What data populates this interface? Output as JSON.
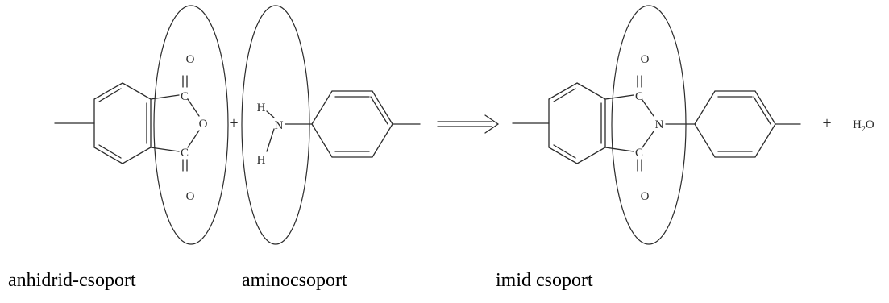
{
  "molecules": {
    "anhydride": {
      "carbonyl_c_top": "C",
      "carbonyl_o_top": "O",
      "ring_o": "O",
      "carbonyl_c_bottom": "C",
      "carbonyl_o_bottom": "O"
    },
    "amine": {
      "h_top": "H",
      "n": "N",
      "h_bottom": "H"
    },
    "imide": {
      "carbonyl_c_top": "C",
      "carbonyl_o_top": "O",
      "n": "N",
      "carbonyl_c_bottom": "C",
      "carbonyl_o_bottom": "O"
    },
    "water": {
      "h": "H",
      "subscript": "2",
      "o": "O"
    }
  },
  "operators": {
    "plus_1": "+",
    "plus_2": "+"
  },
  "captions": {
    "anhydride_group": "anhidrid-csoport",
    "amine_group": "aminocsoport",
    "imide_group": "imid csoport"
  }
}
